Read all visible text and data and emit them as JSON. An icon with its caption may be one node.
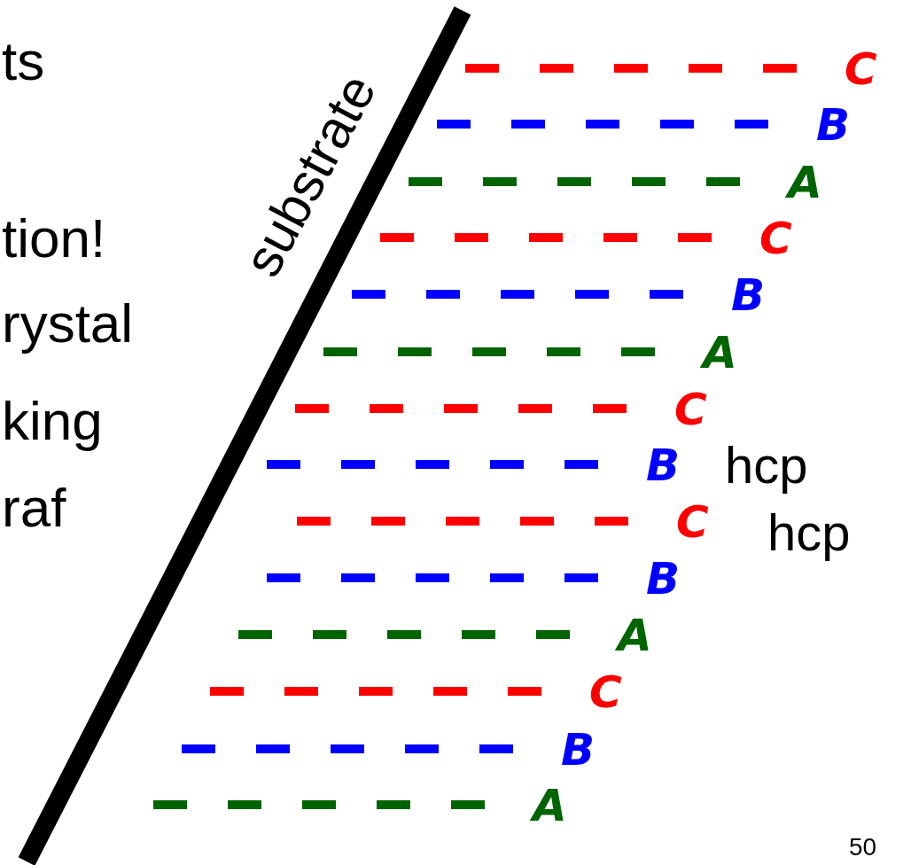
{
  "diagram": {
    "labels": [
      "ts",
      "substrate",
      "C",
      "B",
      "A",
      "C",
      "tion!",
      "B",
      "rystal",
      "A",
      "C",
      "king",
      "B",
      "hcp",
      "raf",
      "C",
      "hcp",
      "B",
      "A",
      "C",
      "B",
      "A",
      "50"
    ]
  }
}
